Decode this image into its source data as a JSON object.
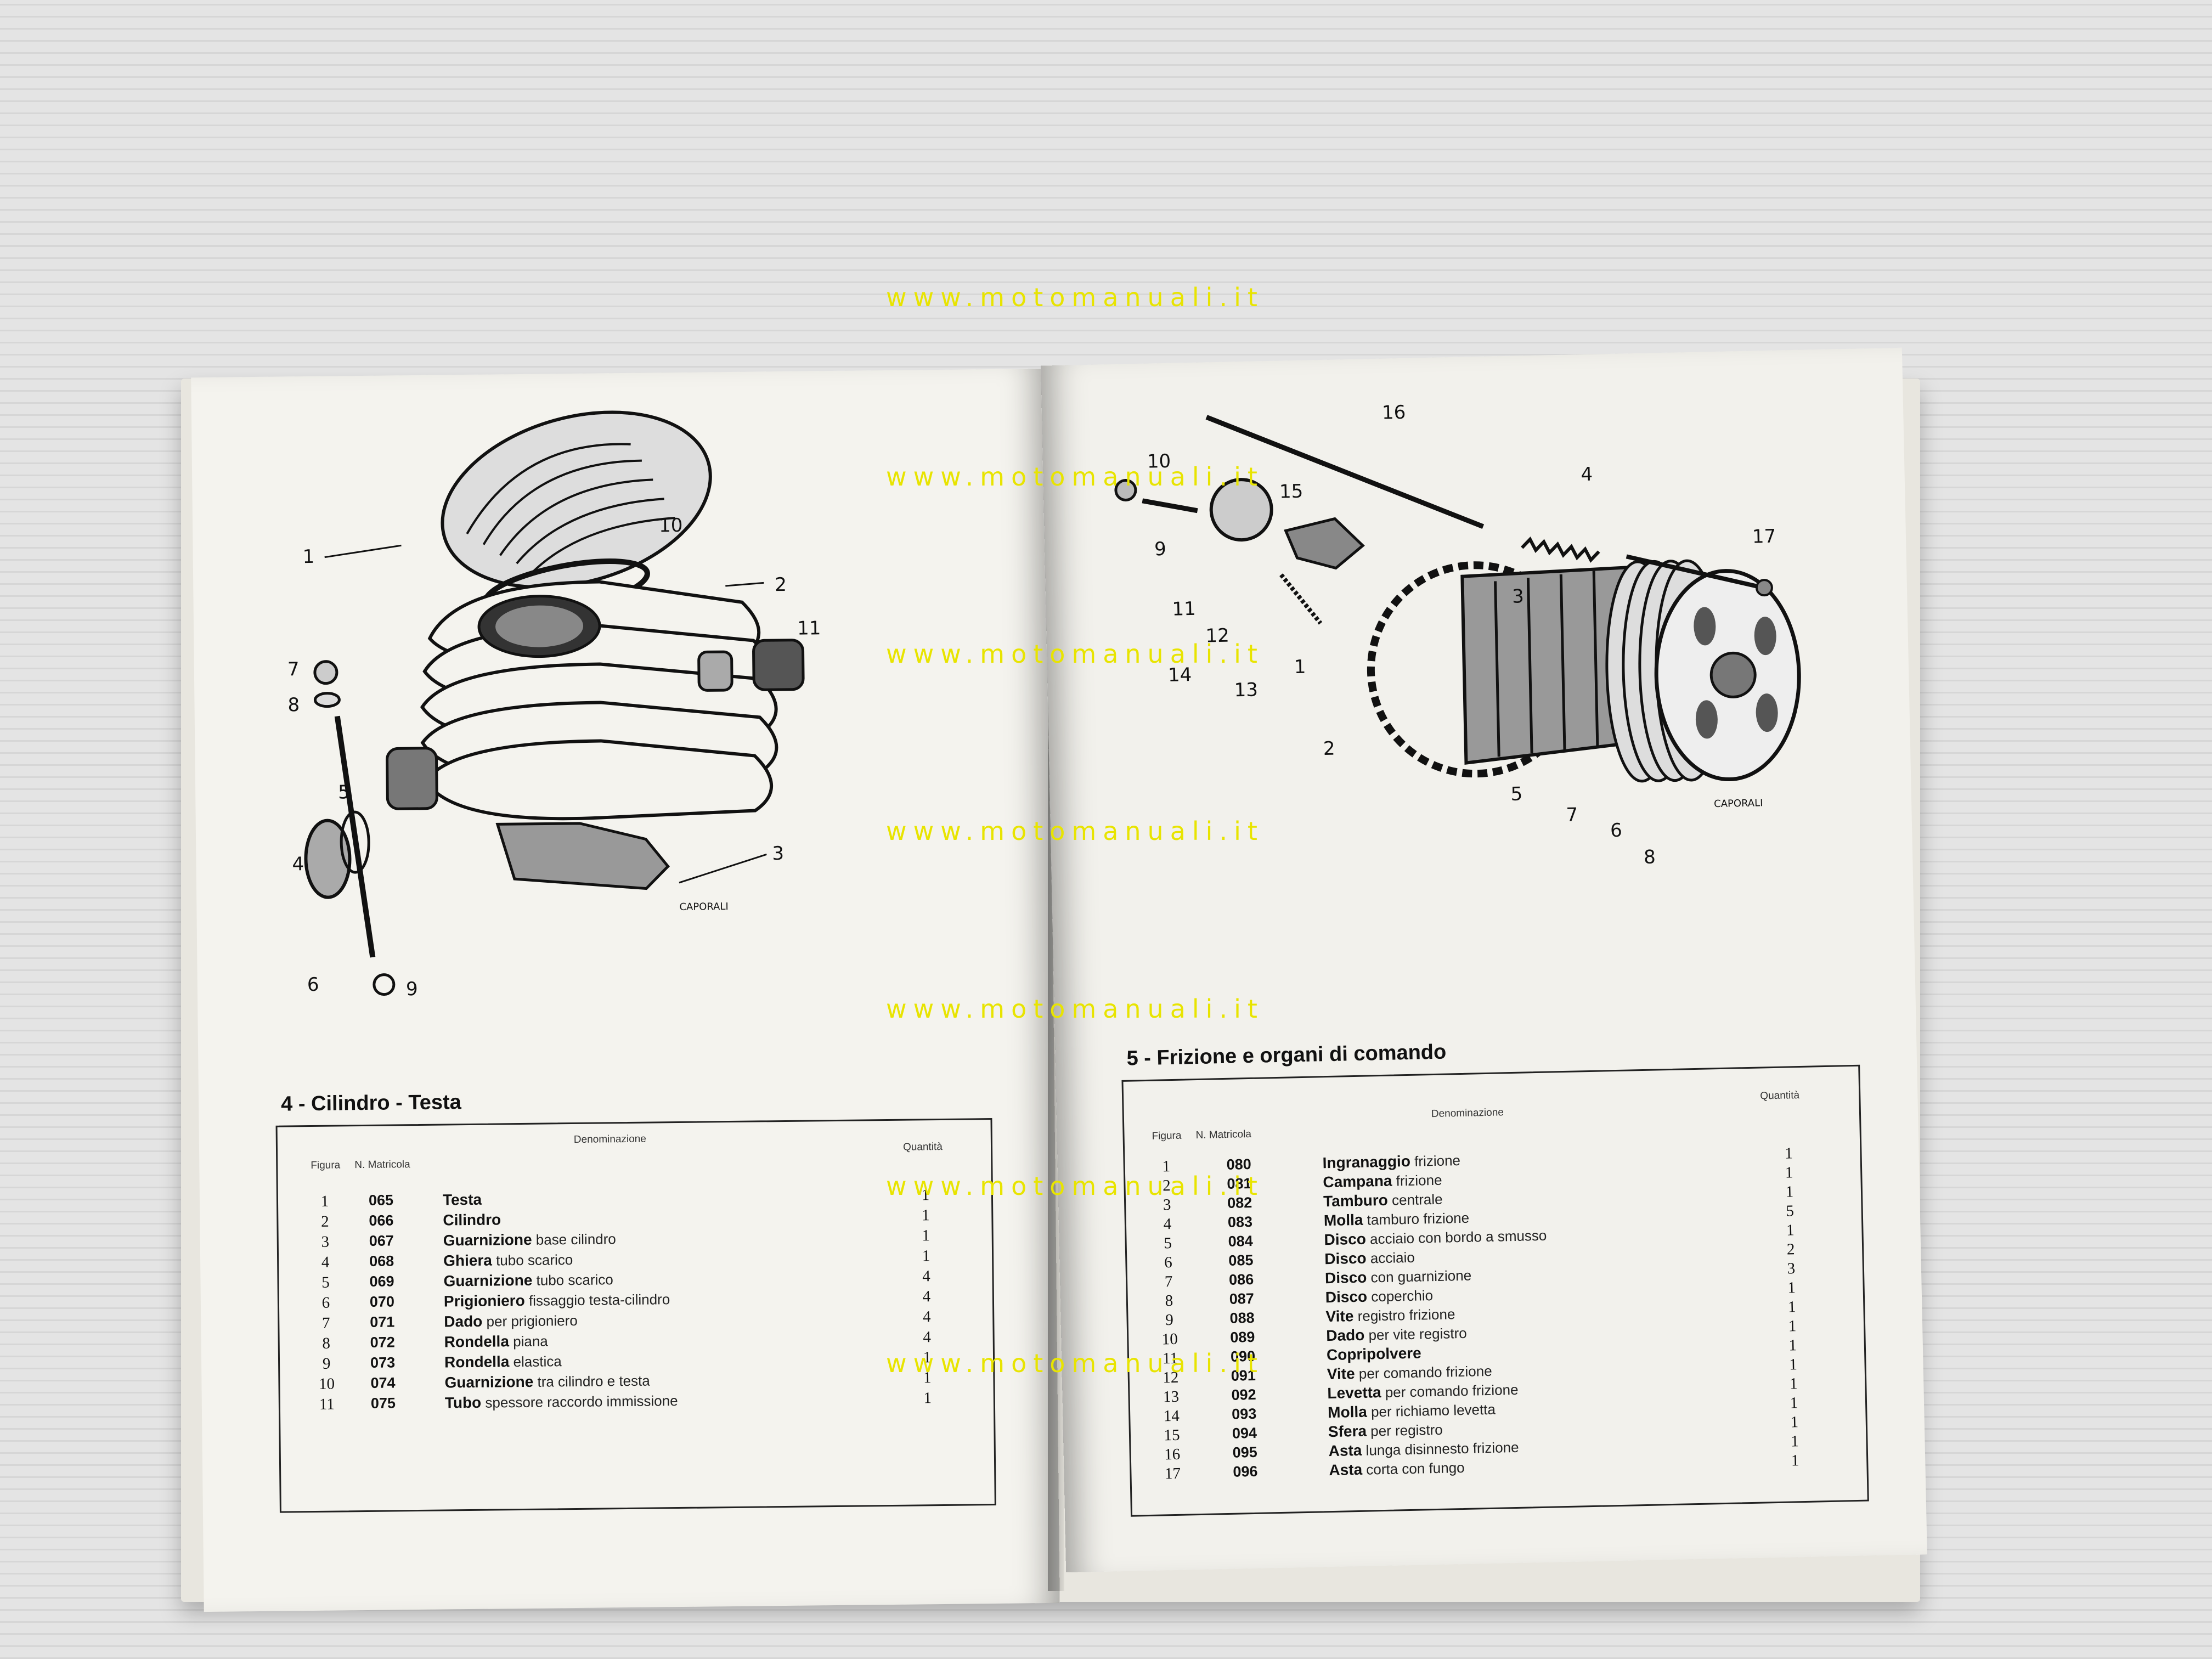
{
  "watermark": "www.motomanuali.it",
  "left_page": {
    "title": "4 - Cilindro - Testa",
    "signature": "CAPORALI",
    "columns": {
      "figura": "Figura",
      "matricola": "N. Matricola",
      "denominazione": "Denominazione",
      "quantita": "Quantità"
    },
    "callouts": [
      "1",
      "2",
      "3",
      "4",
      "5",
      "6",
      "7",
      "8",
      "9",
      "10",
      "11"
    ],
    "rows": [
      {
        "fig": "1",
        "num": "065",
        "bold": "Testa",
        "rest": "",
        "qty": "1"
      },
      {
        "fig": "2",
        "num": "066",
        "bold": "Cilindro",
        "rest": "",
        "qty": "1"
      },
      {
        "fig": "3",
        "num": "067",
        "bold": "Guarnizione",
        "rest": "base cilindro",
        "qty": "1"
      },
      {
        "fig": "4",
        "num": "068",
        "bold": "Ghiera",
        "rest": "tubo scarico",
        "qty": "1"
      },
      {
        "fig": "5",
        "num": "069",
        "bold": "Guarnizione",
        "rest": "tubo scarico",
        "qty": "4"
      },
      {
        "fig": "6",
        "num": "070",
        "bold": "Prigioniero",
        "rest": "fissaggio testa-cilindro",
        "qty": "4"
      },
      {
        "fig": "7",
        "num": "071",
        "bold": "Dado",
        "rest": "per prigioniero",
        "qty": "4"
      },
      {
        "fig": "8",
        "num": "072",
        "bold": "Rondella",
        "rest": "piana",
        "qty": "4"
      },
      {
        "fig": "9",
        "num": "073",
        "bold": "Rondella",
        "rest": "elastica",
        "qty": "1"
      },
      {
        "fig": "10",
        "num": "074",
        "bold": "Guarnizione",
        "rest": "tra cilindro e testa",
        "qty": "1"
      },
      {
        "fig": "11",
        "num": "075",
        "bold": "Tubo",
        "rest": "spessore raccordo immissione",
        "qty": "1"
      }
    ]
  },
  "right_page": {
    "title": "5 - Frizione e organi di comando",
    "signature": "CAPORALI",
    "columns": {
      "figura": "Figura",
      "matricola": "N. Matricola",
      "denominazione": "Denominazione",
      "quantita": "Quantità"
    },
    "callouts": [
      "1",
      "2",
      "3",
      "4",
      "5",
      "6",
      "7",
      "8",
      "9",
      "10",
      "11",
      "12",
      "13",
      "14",
      "15",
      "16",
      "17"
    ],
    "rows": [
      {
        "fig": "1",
        "num": "080",
        "bold": "Ingranaggio",
        "rest": "frizione",
        "qty": "1"
      },
      {
        "fig": "2",
        "num": "081",
        "bold": "Campana",
        "rest": "frizione",
        "qty": "1"
      },
      {
        "fig": "3",
        "num": "082",
        "bold": "Tamburo",
        "rest": "centrale",
        "qty": "1"
      },
      {
        "fig": "4",
        "num": "083",
        "bold": "Molla",
        "rest": "tamburo frizione",
        "qty": "5"
      },
      {
        "fig": "5",
        "num": "084",
        "bold": "Disco",
        "rest": "acciaio con bordo a smusso",
        "qty": "1"
      },
      {
        "fig": "6",
        "num": "085",
        "bold": "Disco",
        "rest": "acciaio",
        "qty": "2"
      },
      {
        "fig": "7",
        "num": "086",
        "bold": "Disco",
        "rest": "con guarnizione",
        "qty": "3"
      },
      {
        "fig": "8",
        "num": "087",
        "bold": "Disco",
        "rest": "coperchio",
        "qty": "1"
      },
      {
        "fig": "9",
        "num": "088",
        "bold": "Vite",
        "rest": "registro frizione",
        "qty": "1"
      },
      {
        "fig": "10",
        "num": "089",
        "bold": "Dado",
        "rest": "per vite registro",
        "qty": "1"
      },
      {
        "fig": "11",
        "num": "090",
        "bold": "Copripolvere",
        "rest": "",
        "qty": "1"
      },
      {
        "fig": "12",
        "num": "091",
        "bold": "Vite",
        "rest": "per comando frizione",
        "qty": "1"
      },
      {
        "fig": "13",
        "num": "092",
        "bold": "Levetta",
        "rest": "per comando frizione",
        "qty": "1"
      },
      {
        "fig": "14",
        "num": "093",
        "bold": "Molla",
        "rest": "per richiamo levetta",
        "qty": "1"
      },
      {
        "fig": "15",
        "num": "094",
        "bold": "Sfera",
        "rest": "per registro",
        "qty": "1"
      },
      {
        "fig": "16",
        "num": "095",
        "bold": "Asta",
        "rest": "lunga disinnesto frizione",
        "qty": "1"
      },
      {
        "fig": "17",
        "num": "096",
        "bold": "Asta",
        "rest": "corta con fungo",
        "qty": "1"
      }
    ]
  }
}
